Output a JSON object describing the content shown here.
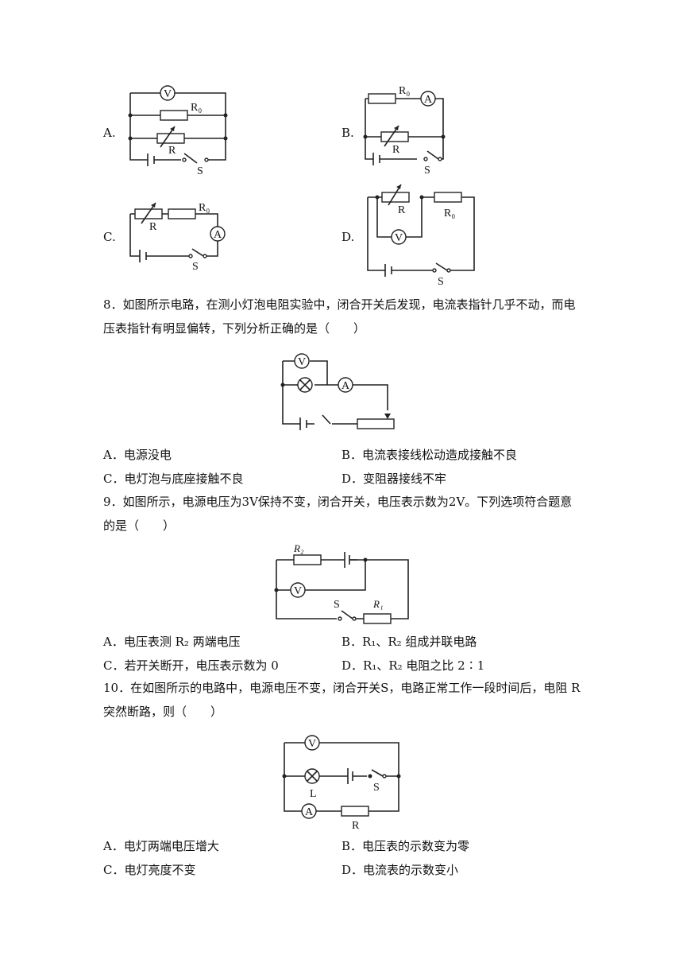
{
  "q7": {
    "options": [
      {
        "letter": "A.",
        "R0": "R₀",
        "R": "R",
        "S": "S",
        "meterV": "V"
      },
      {
        "letter": "B.",
        "R0": "R₀",
        "R": "R",
        "S": "S",
        "meterA": "A"
      },
      {
        "letter": "C.",
        "R0": "R₀",
        "R": "R",
        "S": "S",
        "meterA": "A"
      },
      {
        "letter": "D.",
        "R0": "R₀",
        "R": "R",
        "S": "S",
        "meterV": "V"
      }
    ]
  },
  "q8": {
    "stem": "8．如图所示电路，在测小灯泡电阻实验中，闭合开关后发现，电流表指针几乎不动，而电压表指针有明显偏转，下列分析正确的是（　　）",
    "meterV": "V",
    "meterA": "A",
    "options": [
      "A．电源没电",
      "B．电流表接线松动造成接触不良",
      "C．电灯泡与底座接触不良",
      "D．变阻器接线不牢"
    ]
  },
  "q9": {
    "stem": "9．如图所示，电源电压为3V保持不变，闭合开关，电压表示数为2V。下列选项符合题意的是（　　）",
    "R2": "R₂",
    "R1": "R₁",
    "S": "S",
    "meterV": "V",
    "options": [
      "A．电压表测 R₂ 两端电压",
      "B．R₁、R₂ 组成并联电路",
      "C．若开关断开，电压表示数为 0",
      "D．R₁、R₂ 电阻之比 2∶1"
    ]
  },
  "q10": {
    "stem": "10．在如图所示的电路中，电源电压不变，闭合开关S，电路正常工作一段时间后，电阻 R 突然断路，则（　　）",
    "meterV": "V",
    "meterA": "A",
    "L": "L",
    "S": "S",
    "R": "R",
    "options": [
      "A．电灯两端电压增大",
      "B．电压表的示数变为零",
      "C．电灯亮度不变",
      "D．电流表的示数变小"
    ]
  }
}
